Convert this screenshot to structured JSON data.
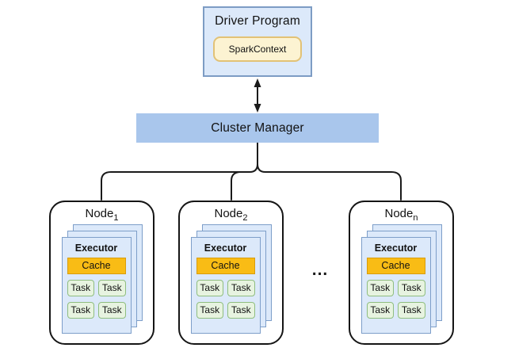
{
  "driver": {
    "title": "Driver Program",
    "context_label": "SparkContext"
  },
  "cluster_manager": {
    "label": "Cluster Manager"
  },
  "ellipsis": "...",
  "nodes": [
    {
      "name": "Node",
      "subscript": "1",
      "executor": {
        "label": "Executor",
        "cache_label": "Cache",
        "tasks": [
          "Task",
          "Task",
          "Task",
          "Task"
        ]
      }
    },
    {
      "name": "Node",
      "subscript": "2",
      "executor": {
        "label": "Executor",
        "cache_label": "Cache",
        "tasks": [
          "Task",
          "Task",
          "Task",
          "Task"
        ]
      }
    },
    {
      "name": "Node",
      "subscript": "n",
      "executor": {
        "label": "Executor",
        "cache_label": "Cache",
        "tasks": [
          "Task",
          "Task",
          "Task",
          "Task"
        ]
      }
    }
  ],
  "colors": {
    "box_blue_fill": "#dce9fa",
    "box_blue_border": "#7d9cc4",
    "executor_border": "#7d9ec9",
    "cluster_manager_fill": "#a9c6ec",
    "spark_context_fill": "#fcf3d2",
    "spark_context_border": "#e2c276",
    "cache_fill": "#f9bc15",
    "cache_border": "#d99c0b",
    "task_fill": "#e7f3e0",
    "task_border": "#8fbd7f",
    "line_color": "#1a1a1a"
  }
}
